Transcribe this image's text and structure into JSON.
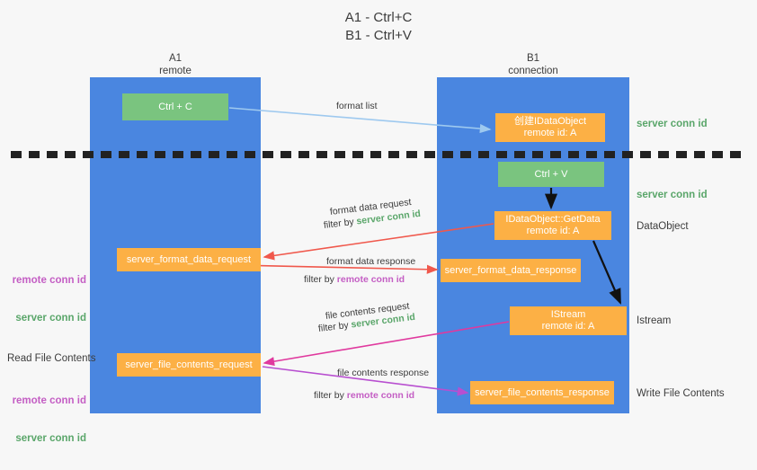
{
  "title": "A1 - Ctrl+C\nB1 - Ctrl+V",
  "columns": {
    "left": {
      "name": "A1",
      "role": "remote",
      "header": "A1\nremote"
    },
    "right": {
      "name": "B1",
      "role": "connection",
      "header": "B1\nconnection"
    }
  },
  "nodes": {
    "ctrl_c": {
      "label": "Ctrl + C",
      "color": "#7ac47f",
      "type": "green"
    },
    "create_dataobject": {
      "label": "创建IDataObject\nremote id: A",
      "color": "#fcb045",
      "type": "orange"
    },
    "ctrl_v": {
      "label": "Ctrl + V",
      "color": "#7ac47f",
      "type": "green"
    },
    "getdata": {
      "label": "IDataObject::GetData\nremote id: A",
      "color": "#fcb045",
      "type": "orange"
    },
    "format_data_request": {
      "label": "server_format_data_request",
      "color": "#fcb045",
      "type": "orange"
    },
    "format_data_response": {
      "label": "server_format_data_response",
      "color": "#fcb045",
      "type": "orange"
    },
    "istream": {
      "label": "IStream\nremote id: A",
      "color": "#fcb045",
      "type": "orange"
    },
    "file_contents_request": {
      "label": "server_file_contents_request",
      "color": "#fcb045",
      "type": "orange"
    },
    "file_contents_response": {
      "label": "server_file_contents_response",
      "color": "#fcb045",
      "type": "orange"
    }
  },
  "edge_labels": {
    "format_list": "format list",
    "format_data_request": "format data request",
    "format_data_request_filter_prefix": "filter by ",
    "format_data_request_filter_value": "server conn id",
    "format_data_response": "format data response",
    "format_data_response_filter_prefix": "filter by ",
    "format_data_response_filter_value": "remote conn id",
    "file_contents_request": "file contents request",
    "file_contents_request_filter_prefix": "filter by ",
    "file_contents_request_filter_value": "server conn id",
    "file_contents_response": "file contents response",
    "file_contents_response_filter_prefix": "filter by ",
    "file_contents_response_filter_value": "remote conn id"
  },
  "side_notes": {
    "right_server_conn_1": "server conn id",
    "right_server_conn_2": "server conn id",
    "right_dataobject": "DataObject",
    "right_istream": "Istream",
    "right_write_file_contents": "Write File Contents",
    "left_remote_conn_1": "remote conn id",
    "left_server_conn_1": "server conn id",
    "left_read_file_contents": "Read File Contents",
    "left_remote_conn_2": "remote conn id",
    "left_server_conn_2": "server conn id"
  },
  "colors": {
    "lane_blue": "#4a86e0",
    "green_box": "#7ac47f",
    "orange_box": "#fcb045",
    "green_text": "#5aa66a",
    "purple_text": "#c45ec4",
    "arrow_light_blue": "#9ec9ef",
    "arrow_red": "#f0584c",
    "arrow_black": "#111111",
    "arrow_magenta": "#e0399e",
    "arrow_purple": "#b84fd0",
    "background": "#f7f7f7",
    "dashed_line": "#222222"
  }
}
